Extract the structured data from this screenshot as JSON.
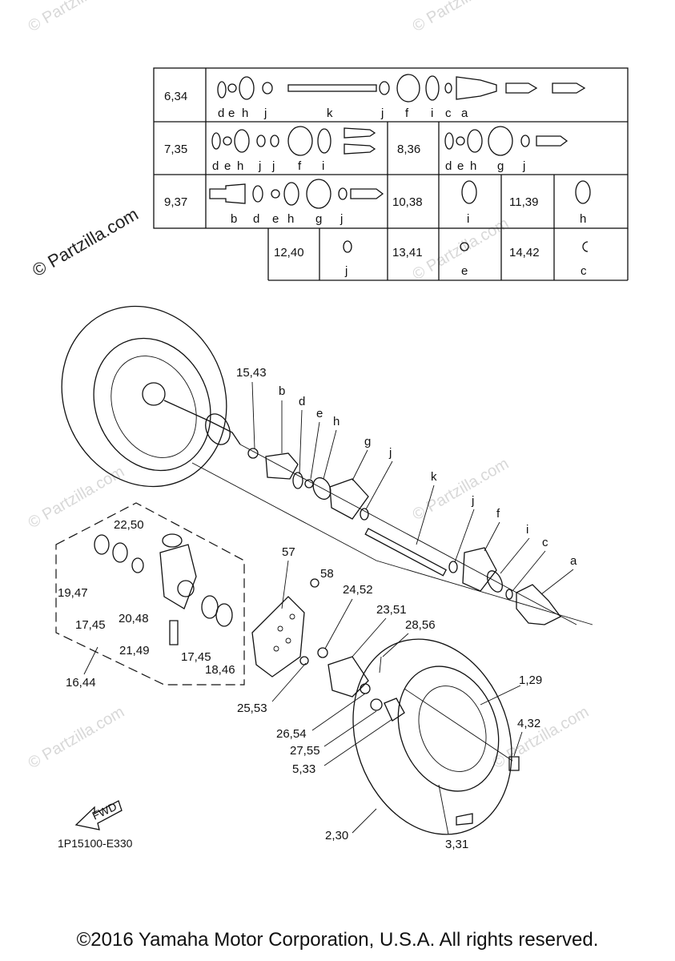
{
  "watermark": "© Partzilla.com",
  "diagram_code": "1P15100-E330",
  "fwd_label": "FWD",
  "copyright": "©2016 Yamaha Motor Corporation, U.S.A. All rights reserved.",
  "kit_table": {
    "rows": [
      {
        "code": "6,34",
        "letters": [
          "d",
          "e",
          "h",
          "j",
          "k",
          "j",
          "f",
          "i",
          "c",
          "a"
        ]
      },
      {
        "code": "7,35",
        "letters": [
          "d",
          "e",
          "h",
          "j",
          "j",
          "f",
          "i"
        ]
      },
      {
        "code": "8,36",
        "letters": [
          "d",
          "e",
          "h",
          "g",
          "j"
        ]
      },
      {
        "code": "9,37",
        "letters": [
          "b",
          "d",
          "e",
          "h",
          "g",
          "j"
        ]
      },
      {
        "code": "10,38",
        "letters": [
          "i"
        ]
      },
      {
        "code": "11,39",
        "letters": [
          "h"
        ]
      },
      {
        "code": "12,40",
        "letters": [
          "j"
        ]
      },
      {
        "code": "13,41",
        "letters": [
          "e"
        ]
      },
      {
        "code": "14,42",
        "letters": [
          "c"
        ]
      }
    ]
  },
  "callouts": {
    "c15_43": "15,43",
    "b": "b",
    "d": "d",
    "e": "e",
    "h": "h",
    "g": "g",
    "j": "j",
    "k": "k",
    "j2": "j",
    "f": "f",
    "i": "i",
    "c": "c",
    "a": "a",
    "c22_50": "22,50",
    "c19_47": "19,47",
    "c17_45a": "17,45",
    "c20_48": "20,48",
    "c21_49": "21,49",
    "c17_45b": "17,45",
    "c18_46": "18,46",
    "c16_44": "16,44",
    "c57": "57",
    "c58": "58",
    "c24_52": "24,52",
    "c23_51": "23,51",
    "c28_56": "28,56",
    "c25_53": "25,53",
    "c26_54": "26,54",
    "c27_55": "27,55",
    "c5_33": "5,33",
    "c1_29": "1,29",
    "c4_32": "4,32",
    "c2_30": "2,30",
    "c3_31": "3,31"
  }
}
